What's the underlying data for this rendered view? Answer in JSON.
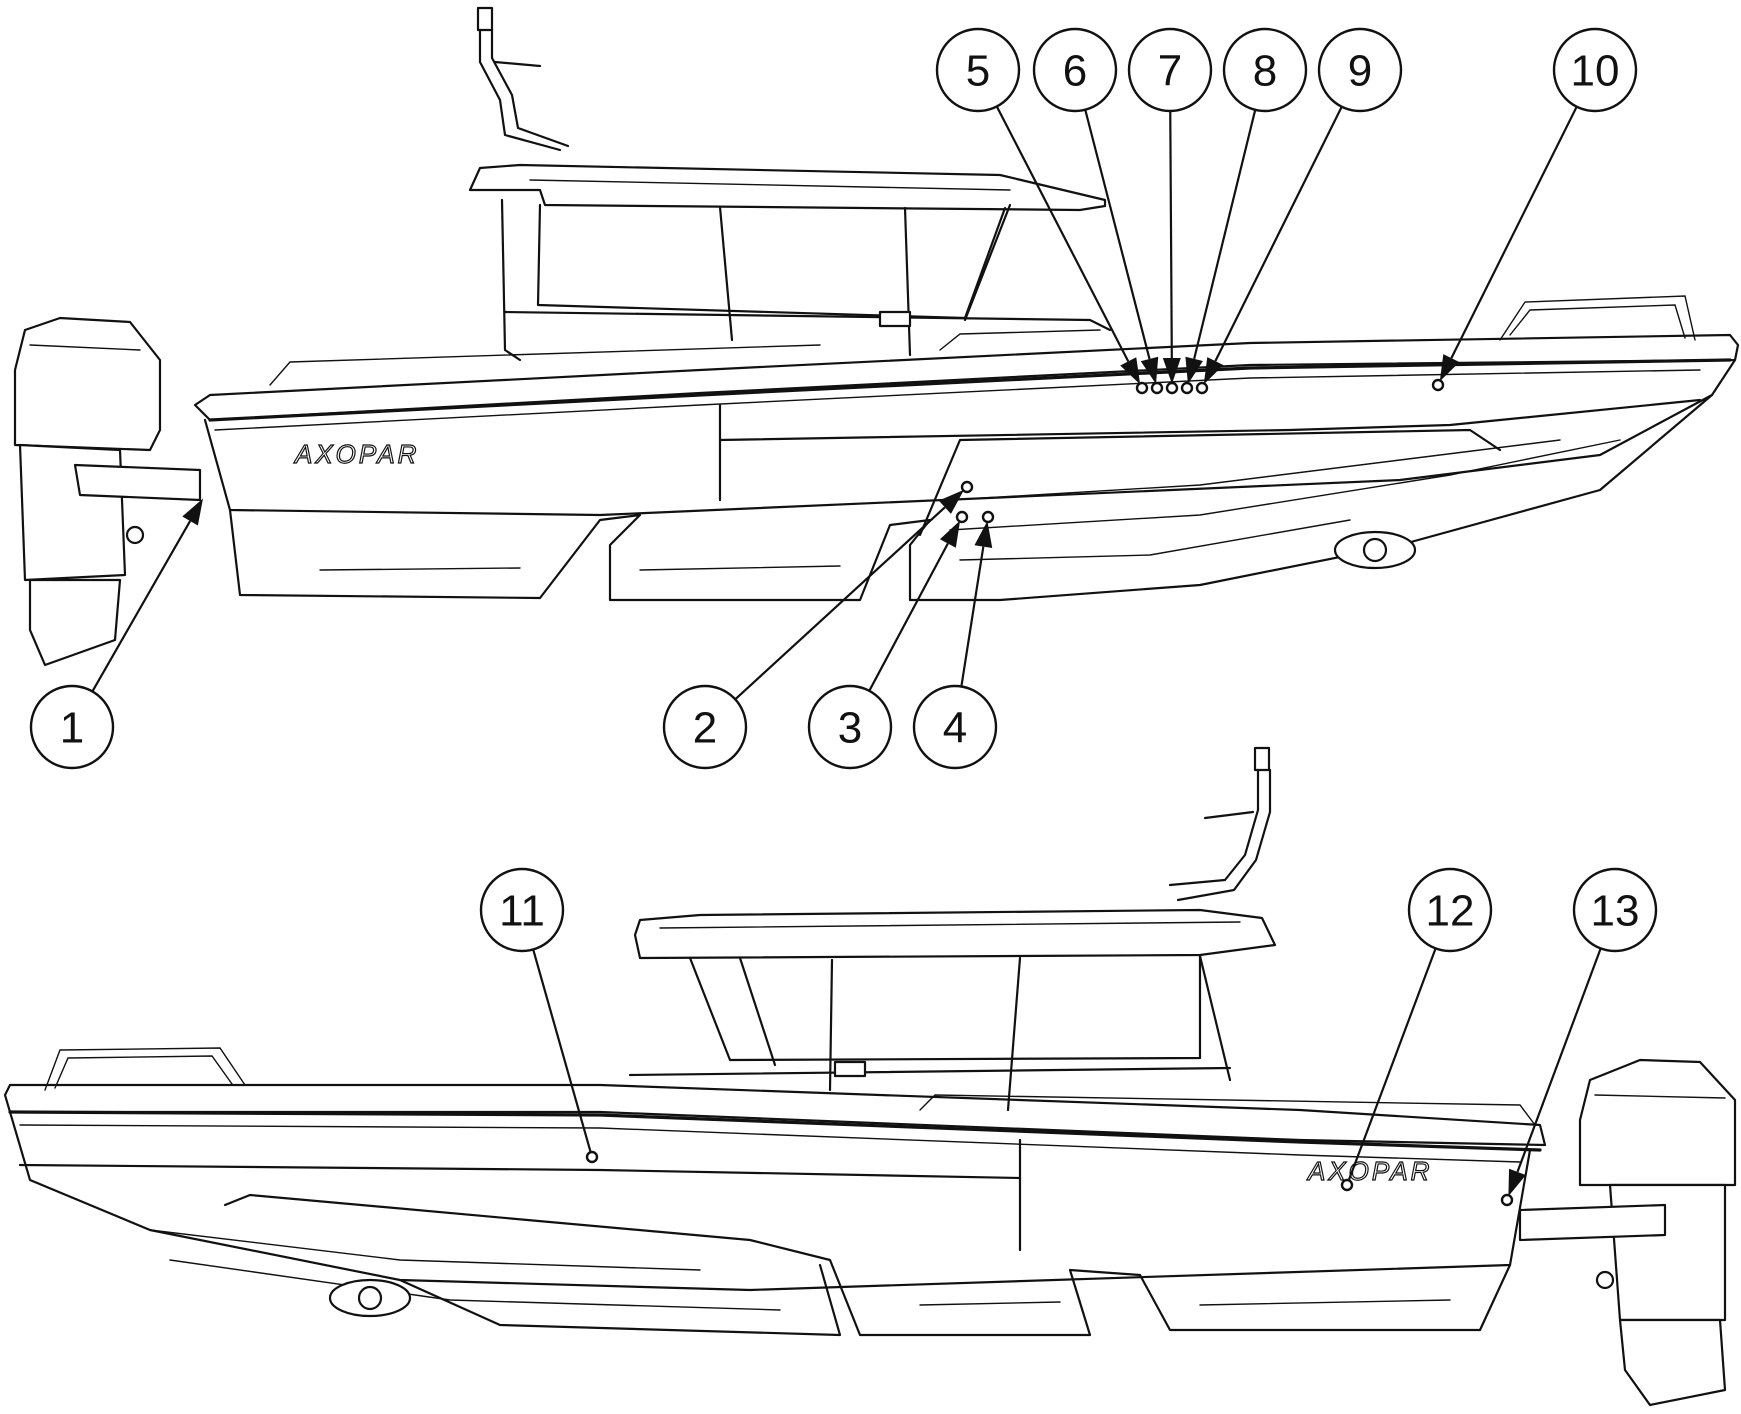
{
  "diagram": {
    "logo_text": "AXOPAR",
    "callouts": [
      {
        "label": "1"
      },
      {
        "label": "2"
      },
      {
        "label": "3"
      },
      {
        "label": "4"
      },
      {
        "label": "5"
      },
      {
        "label": "6"
      },
      {
        "label": "7"
      },
      {
        "label": "8"
      },
      {
        "label": "9"
      },
      {
        "label": "10"
      },
      {
        "label": "11"
      },
      {
        "label": "12"
      },
      {
        "label": "13"
      }
    ]
  }
}
